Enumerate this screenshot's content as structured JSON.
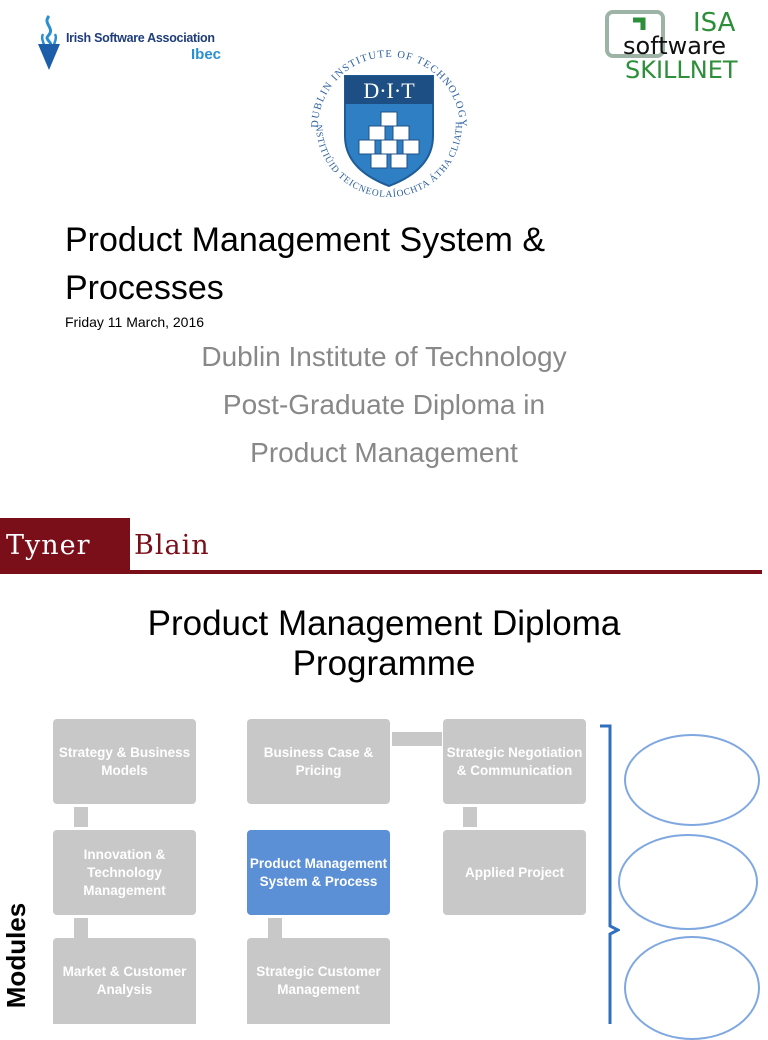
{
  "slide1": {
    "isa_logo": {
      "name": "Irish Software Association",
      "sub": "Ibec"
    },
    "skillnet_logo": {
      "line1": "ISA",
      "line2": "software",
      "line3": "SKILLNET"
    },
    "dit_seal": {
      "abbr": "D·I·T",
      "ring_top": "Dublin Institute of Technology",
      "ring_bottom": "Institiúid Teicneolaíochta Átha Cliath"
    },
    "title_line1": "Product Management System &",
    "title_line2": "Processes",
    "date": "Friday 11 March, 2016",
    "subtitle_lines": [
      "Dublin Institute of Technology",
      "Post-Graduate Diploma in",
      "Product Management"
    ]
  },
  "slide2": {
    "brand_left": "TynerBlain",
    "brand_part1": "Tyner",
    "brand_part2": "Blain",
    "title_line1": "Product Management Diploma",
    "title_line2": "Programme",
    "side_label": "Modules",
    "modules": [
      {
        "id": "strategy",
        "label": "Strategy & Business Models"
      },
      {
        "id": "business-case",
        "label": "Business Case & Pricing"
      },
      {
        "id": "negotiation",
        "label": "Strategic Negotiation & Communication"
      },
      {
        "id": "innovation",
        "label": "Innovation & Technology Management"
      },
      {
        "id": "pm-system",
        "label": "Product Management System & Process",
        "active": true
      },
      {
        "id": "applied-project",
        "label": "Applied Project"
      },
      {
        "id": "market",
        "label": "Market & Customer Analysis"
      },
      {
        "id": "customer-mgmt",
        "label": "Strategic Customer Management"
      }
    ],
    "colors": {
      "module": "#c8c8c8",
      "active": "#5b8fd6",
      "brand": "#7a0f1a",
      "ellipse": "#7fa7e0"
    }
  }
}
